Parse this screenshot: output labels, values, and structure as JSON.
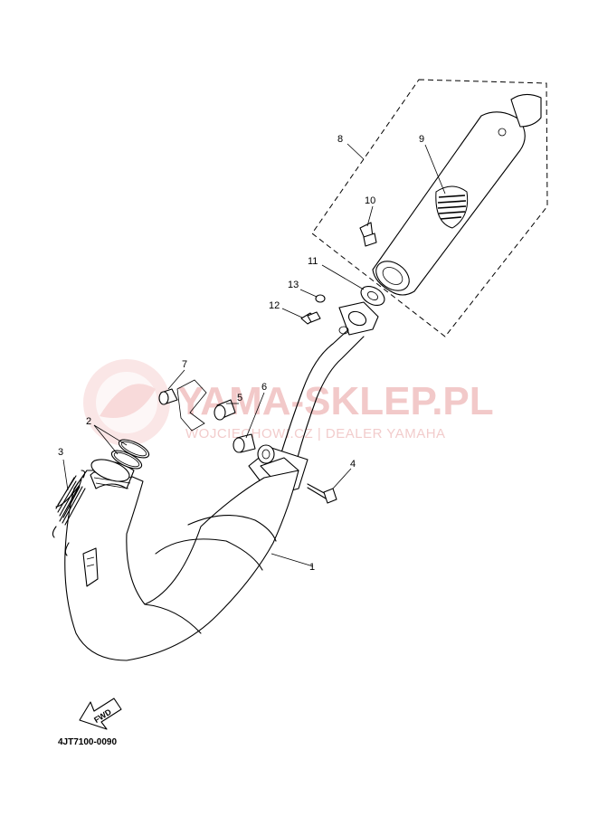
{
  "watermark": {
    "main": "YAMA-SKLEP.PL",
    "sub": "WOJCIECHOWI.CZ | DEALER YAMAHA",
    "color": "#f2c9c9"
  },
  "parts": [
    {
      "id": "1"
    },
    {
      "id": "2"
    },
    {
      "id": "3"
    },
    {
      "id": "4"
    },
    {
      "id": "5"
    },
    {
      "id": "6"
    },
    {
      "id": "7"
    },
    {
      "id": "8"
    },
    {
      "id": "9"
    },
    {
      "id": "10"
    },
    {
      "id": "11"
    },
    {
      "id": "12"
    },
    {
      "id": "13"
    }
  ],
  "forward_arrow": {
    "label": "FWD",
    "icon": "fwd-arrow-icon"
  },
  "diagram_code": "4JT7100-0090"
}
